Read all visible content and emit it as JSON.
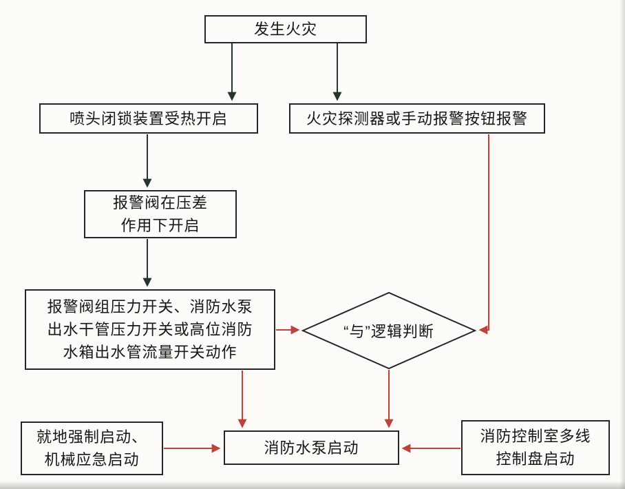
{
  "colors": {
    "background": "#fcfbf7",
    "box_border": "#252525",
    "text": "#161616",
    "arrow_dark": "#26332f",
    "arrow_red": "#c0403a"
  },
  "nodes": {
    "fire_start": {
      "label": "发生火灾"
    },
    "sprinkler_open": {
      "label": "喷头闭锁装置受热开启"
    },
    "detector_alarm": {
      "label": "火灾探测器或手动报警按钮报警"
    },
    "alarm_valve_open": {
      "label": "报警阀在压差\n作用下开启"
    },
    "switch_action": {
      "label": "报警阀组压力开关、消防水泵\n出水干管压力开关或高位消防\n水箱出水管流量开关动作"
    },
    "and_logic": {
      "label": "“与”逻辑判断"
    },
    "pump_start": {
      "label": "消防水泵启动"
    },
    "local_start": {
      "label": "就地强制启动、\n机械应急启动"
    },
    "control_panel_start": {
      "label": "消防控制室多线\n控制盘启动"
    }
  }
}
